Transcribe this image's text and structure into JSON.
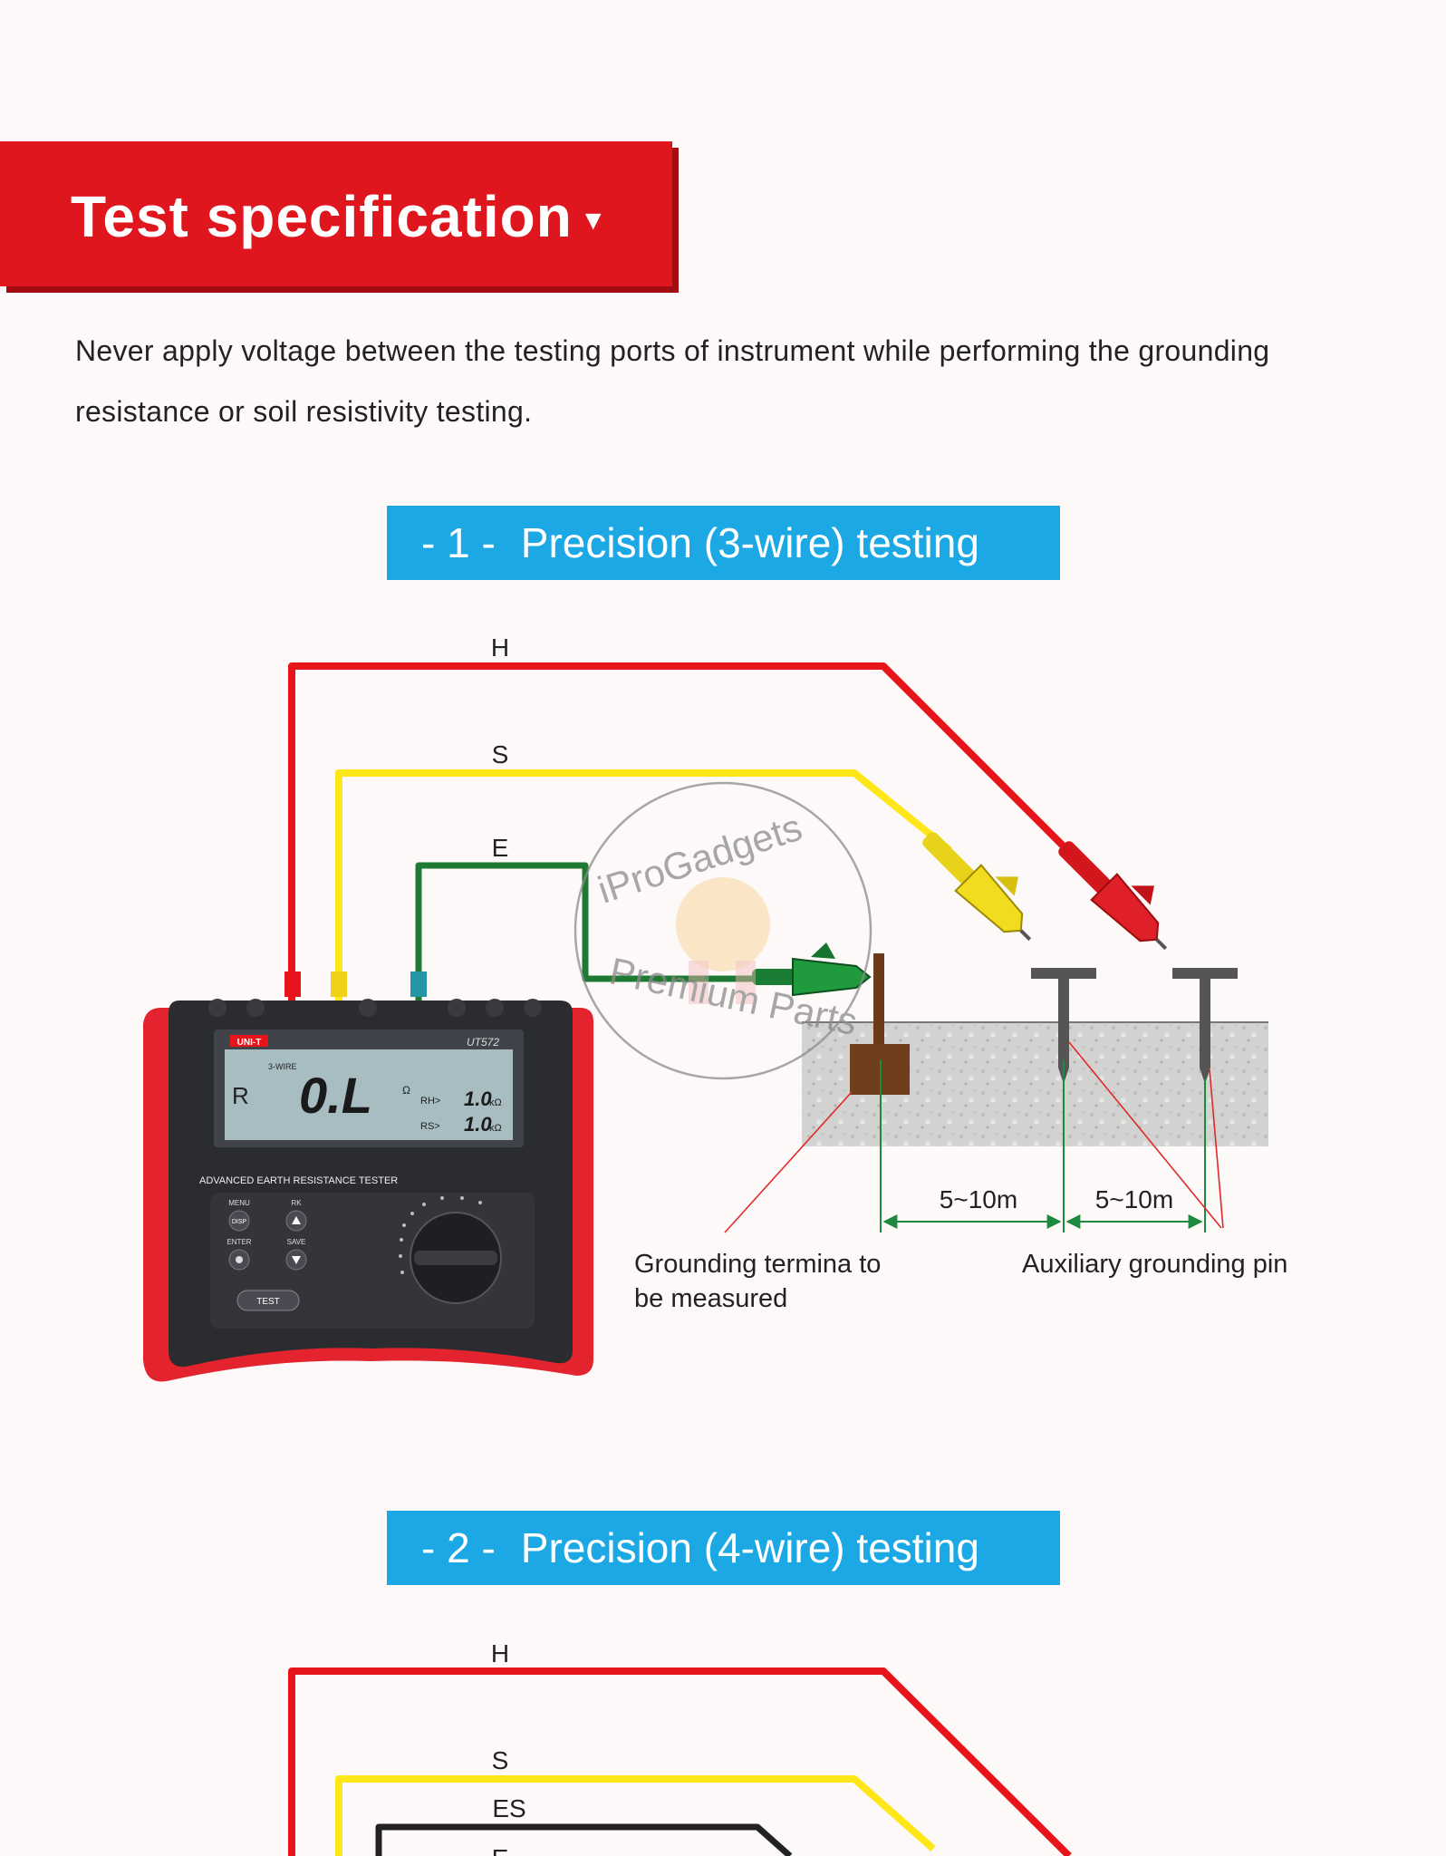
{
  "header": {
    "title": "Test specification",
    "caret_icon": "triangle-down-icon"
  },
  "notice": "Never apply voltage between the testing ports of instrument while performing the grounding resistance or soil resistivity testing.",
  "sections": [
    {
      "number": "- 1 -",
      "title": "Precision (3-wire) testing"
    },
    {
      "number": "- 2 -",
      "title": "Precision (4-wire) testing"
    }
  ],
  "diagram1": {
    "wires": [
      {
        "label": "H",
        "color": "#e8141c"
      },
      {
        "label": "S",
        "color": "#ffe619"
      },
      {
        "label": "E",
        "color": "#1e7a32"
      }
    ],
    "distances": [
      "5~10m",
      "5~10m"
    ],
    "caption_terminal": "Grounding termina to\nbe measured",
    "caption_pins": "Auxiliary grounding pin"
  },
  "diagram2": {
    "wires": [
      {
        "label": "H",
        "color": "#e8141c"
      },
      {
        "label": "S",
        "color": "#ffe619"
      },
      {
        "label": "ES",
        "color": "#222222"
      },
      {
        "label": "E",
        "color": "#1e7a32"
      }
    ]
  },
  "device": {
    "brand": "UNI-T",
    "model": "UT572",
    "mode": "3-WIRE",
    "reading": "0.L",
    "unit": "Ω",
    "rh_label": "RH>",
    "rh_value": "1.0",
    "rs_label": "RS>",
    "rs_value": "1.0",
    "value_unit": "kΩ",
    "panel_label": "ADVANCED EARTH RESISTANCE TESTER",
    "buttons": {
      "menu": "MENU",
      "disp": "DISP",
      "rk": "RK",
      "enter": "ENTER",
      "save": "SAVE",
      "test": "TEST"
    }
  },
  "watermark": {
    "top": "iProGadgets",
    "bottom": "Premium Parts"
  }
}
